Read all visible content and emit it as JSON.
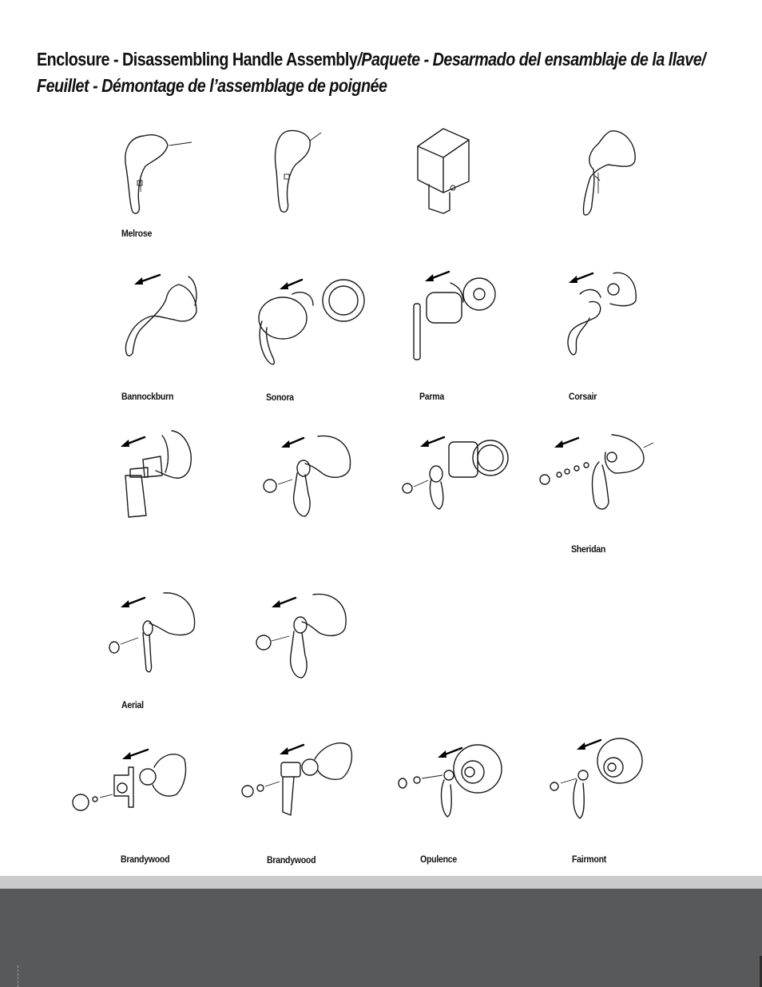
{
  "header": {
    "title_en": "Enclosure - Disassembling Handle Assembly",
    "title_es": "/Paquete - Desarmado del ensamblaje de la llave/",
    "title_fr": "Feuillet - Démontage de l’assemblage de poignée"
  },
  "labels": {
    "melrose": "Melrose",
    "bannockburn": "Bannockburn",
    "sonora": "Sonora",
    "parma": "Parma",
    "corsair": "Corsair",
    "sheridan": "Sheridan",
    "aerial": "Aerial",
    "brandywood_1": "Brandywood",
    "brandywood_2": "Brandywood",
    "opulence": "Opulence",
    "fairmont": "Fairmont"
  },
  "colors": {
    "footer_light": "#c9cacb",
    "footer_dark": "#58595b"
  }
}
